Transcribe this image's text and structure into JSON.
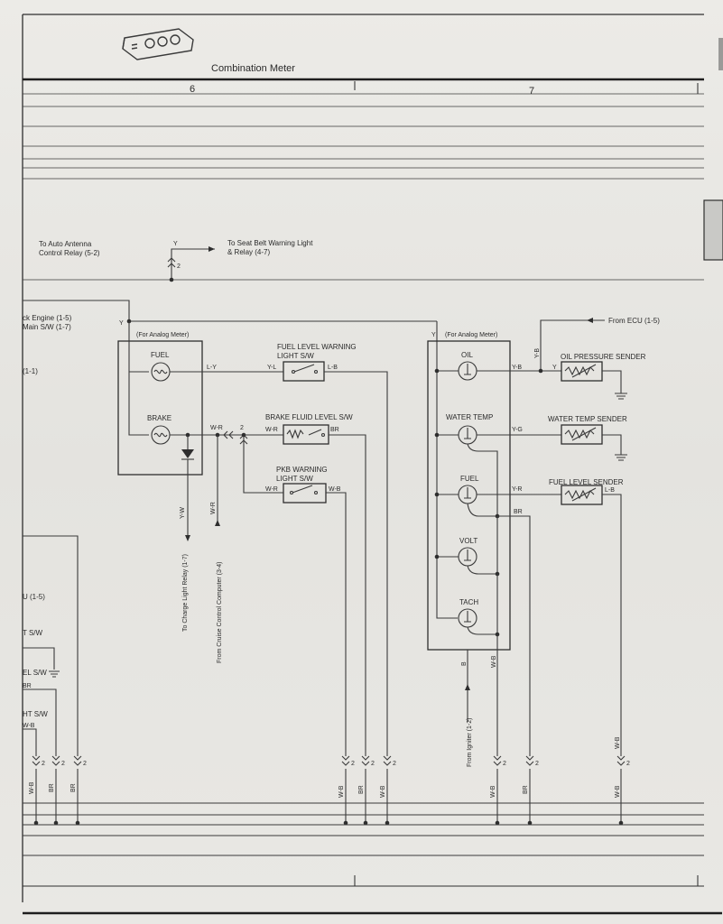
{
  "header": {
    "title": "Combination Meter",
    "columns": [
      "6",
      "7"
    ]
  },
  "refs": {
    "auto_antenna": [
      "To Auto Antenna",
      "Control Relay (5-2)"
    ],
    "seat_belt": [
      "To Seat Belt Warning Light",
      "& Relay (4-7)"
    ],
    "left_engine": "ck Engine (1-5)",
    "left_main": "Main S/W (1-7)",
    "left_11": "(1-1)",
    "left_u15": "U (1-5)",
    "left_tsw": "T S/W",
    "left_elsw": "EL S/W",
    "left_br": "BR",
    "left_htsw": "HT S/W",
    "left_wb": "W-B",
    "from_ecu": "From ECU (1-5)",
    "charge_light": "To Charge Light Relay (1-7)",
    "cruise": "From Cruise Control Computer (3-4)",
    "igniter": "From Igniter (1-2)"
  },
  "left_meter": {
    "caption": "(For Analog Meter)",
    "fuel": "FUEL",
    "brake": "BRAKE"
  },
  "right_meter": {
    "caption": "(For Analog Meter)",
    "gauges": [
      "OIL",
      "WATER TEMP",
      "FUEL",
      "VOLT",
      "TACH"
    ]
  },
  "switches": {
    "fuel_level_warn": [
      "FUEL LEVEL WARNING",
      "LIGHT S/W"
    ],
    "brake_fluid": "BRAKE FLUID LEVEL S/W",
    "pkb": [
      "PKB WARNING",
      "LIGHT S/W"
    ]
  },
  "senders": {
    "oil": "OIL PRESSURE SENDER",
    "water": "WATER TEMP SENDER",
    "fuel": "FUEL LEVEL SENDER"
  },
  "wires": {
    "Y": "Y",
    "LY": "L-Y",
    "YL": "Y-L",
    "LB": "L-B",
    "WR": "W-R",
    "BR": "BR",
    "WB": "W-B",
    "YW": "Y-W",
    "YB": "Y-B",
    "YG": "Y-G",
    "YR": "Y-R",
    "B": "B"
  },
  "connector_no": "2"
}
